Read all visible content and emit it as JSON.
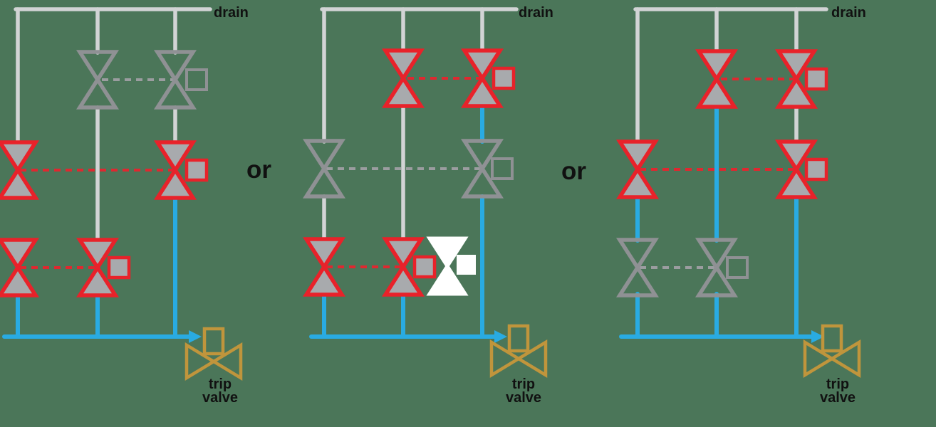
{
  "labels": {
    "drain": "drain",
    "or": "or",
    "trip_valve_line1": "trip",
    "trip_valve_line2": "valve"
  },
  "separators": [
    "or",
    "or"
  ],
  "colors": {
    "background": "#4b7659",
    "closed_valve_red": "#e8222a",
    "valve_fill_gray": "#a8aaad",
    "open_valve_gray": "#8f9194",
    "pipe_gray": "#d2d4d5",
    "flow_blue": "#29abe2",
    "trip_valve_gold": "#c0953c",
    "highlight_white": "#ffffff",
    "text_black": "#111111"
  },
  "panels": [
    {
      "id": "option-1",
      "drain_label": "drain",
      "trip_valve_label": "trip valve",
      "valve_pairs": [
        {
          "row": "top",
          "columns": [
            "center",
            "right"
          ],
          "color": "gray",
          "state": "open",
          "actuator_square": "gray-outline"
        },
        {
          "row": "middle",
          "columns": [
            "left",
            "right"
          ],
          "color": "red",
          "state": "closed",
          "actuator_square": "red-filled"
        },
        {
          "row": "bottom",
          "columns": [
            "left",
            "center"
          ],
          "color": "red",
          "state": "closed",
          "actuator_square": "red-filled"
        }
      ]
    },
    {
      "id": "option-2",
      "drain_label": "drain",
      "trip_valve_label": "trip valve",
      "valve_pairs": [
        {
          "row": "top",
          "columns": [
            "center",
            "right"
          ],
          "color": "red",
          "state": "closed",
          "actuator_square": "red-filled"
        },
        {
          "row": "middle",
          "columns": [
            "left",
            "right"
          ],
          "color": "gray",
          "state": "open",
          "actuator_square": "gray-outline"
        },
        {
          "row": "bottom",
          "columns": [
            "left",
            "center"
          ],
          "color": "red",
          "state": "closed",
          "actuator_square": "red-filled"
        }
      ],
      "extra_symbol": "white highlighted valve with white square beside bottom-row pair"
    },
    {
      "id": "option-3",
      "drain_label": "drain",
      "trip_valve_label": "trip valve",
      "valve_pairs": [
        {
          "row": "top",
          "columns": [
            "center",
            "right"
          ],
          "color": "red",
          "state": "closed",
          "actuator_square": "red-filled"
        },
        {
          "row": "middle",
          "columns": [
            "left",
            "right"
          ],
          "color": "red",
          "state": "closed",
          "actuator_square": "red-filled"
        },
        {
          "row": "bottom",
          "columns": [
            "left",
            "center"
          ],
          "color": "gray",
          "state": "open",
          "actuator_square": "gray-outline"
        }
      ]
    }
  ]
}
